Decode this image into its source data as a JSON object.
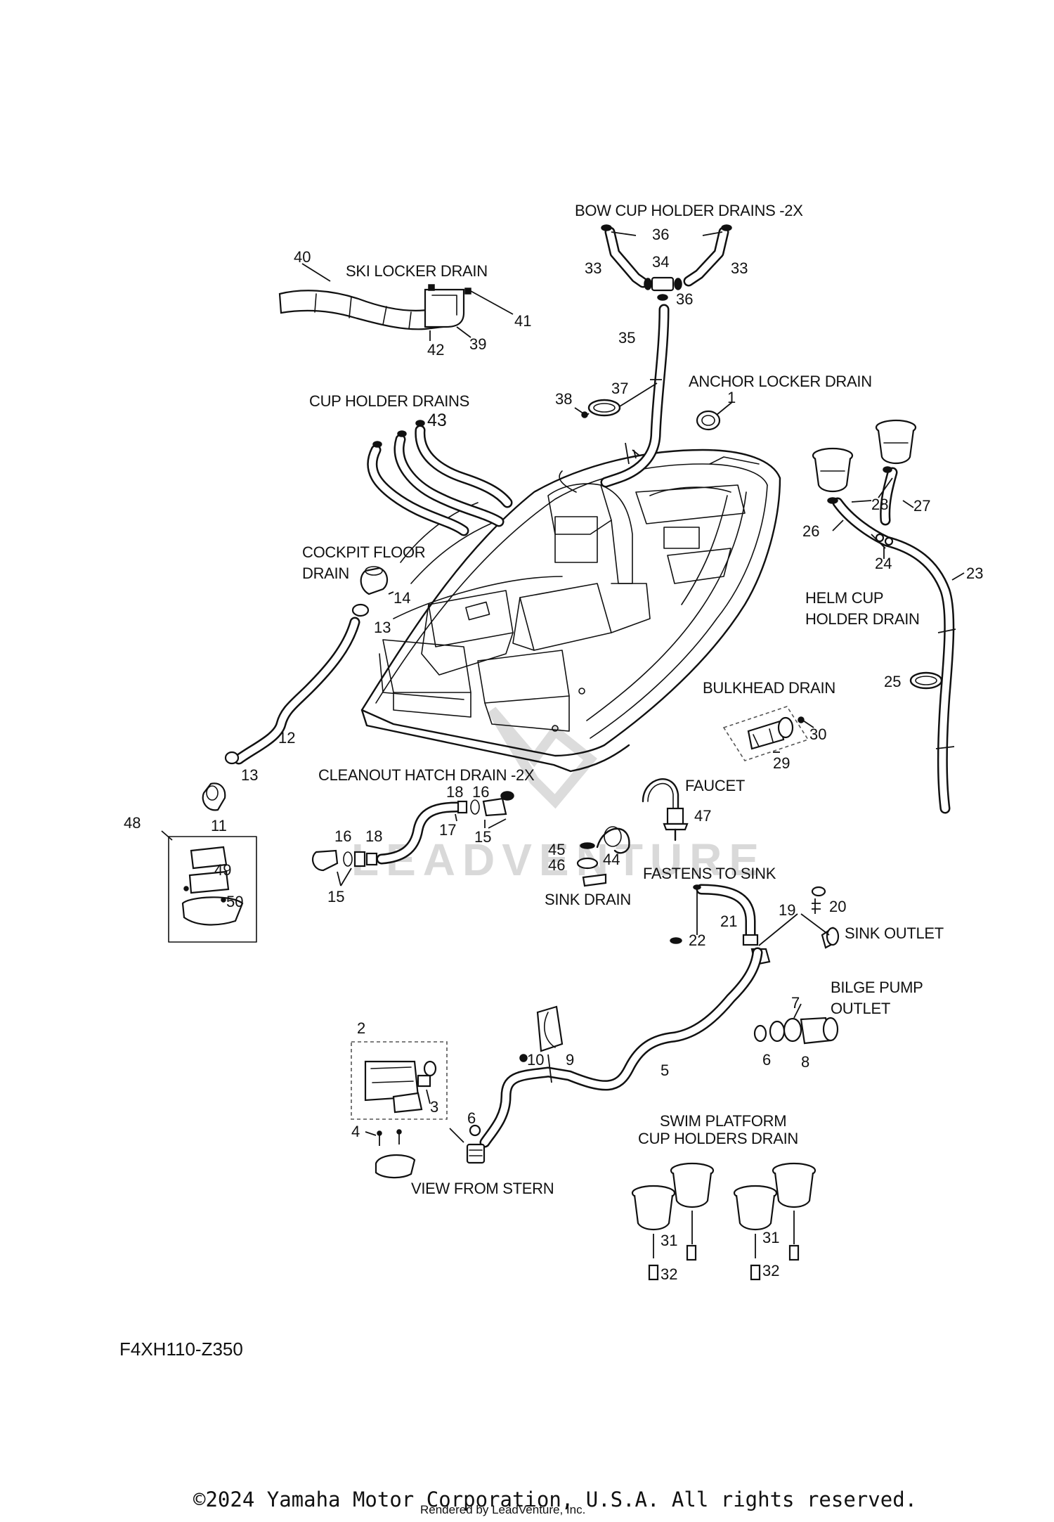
{
  "diagram": {
    "captions": {
      "bow_cup_holder_drains": "BOW CUP HOLDER DRAINS -2X",
      "ski_locker_drain": "SKI LOCKER DRAIN",
      "anchor_locker_drain": "ANCHOR LOCKER DRAIN",
      "cup_holder_drains": "CUP HOLDER DRAINS",
      "cockpit_floor_drain_1": "COCKPIT FLOOR",
      "cockpit_floor_drain_2": "DRAIN",
      "helm_cup_holder_drain_1": "HELM CUP",
      "helm_cup_holder_drain_2": "HOLDER DRAIN",
      "bulkhead_drain": "BULKHEAD DRAIN",
      "cleanout_hatch_drain": "CLEANOUT HATCH DRAIN -2X",
      "faucet": "FAUCET",
      "fastens_to_sink": "FASTENS TO SINK",
      "sink_drain": "SINK DRAIN",
      "sink_outlet": "SINK OUTLET",
      "bilge_pump_outlet_1": "BILGE PUMP",
      "bilge_pump_outlet_2": "OUTLET",
      "view_from_stern": "VIEW FROM STERN",
      "swim_platform_1": "SWIM PLATFORM",
      "swim_platform_2": "CUP HOLDERS DRAIN"
    },
    "callouts": {
      "n1": "1",
      "n2": "2",
      "n3": "3",
      "n4": "4",
      "n5": "5",
      "n6": "6",
      "n7": "7",
      "n8": "8",
      "n9": "9",
      "n10": "10",
      "n11": "11",
      "n12": "12",
      "n13": "13",
      "n14": "14",
      "n15": "15",
      "n16": "16",
      "n17": "17",
      "n18": "18",
      "n19": "19",
      "n20": "20",
      "n21": "21",
      "n22": "22",
      "n23": "23",
      "n24": "24",
      "n25": "25",
      "n26": "26",
      "n27": "27",
      "n28": "28",
      "n29": "29",
      "n30": "30",
      "n31": "31",
      "n32": "32",
      "n33": "33",
      "n34": "34",
      "n35": "35",
      "n36": "36",
      "n37": "37",
      "n38": "38",
      "n39": "39",
      "n40": "40",
      "n41": "41",
      "n42": "42",
      "n43": "43",
      "n44": "44",
      "n45": "45",
      "n46": "46",
      "n47": "47",
      "n48": "48",
      "n49": "49",
      "n50": "50"
    },
    "diagram_code": "F4XH110-Z350",
    "watermark": "LEADVENTURE",
    "copyright": "©2024 Yamaha Motor Corporation, U.S.A. All rights reserved.",
    "rendered_by": "Rendered by LeadVenture, Inc."
  }
}
